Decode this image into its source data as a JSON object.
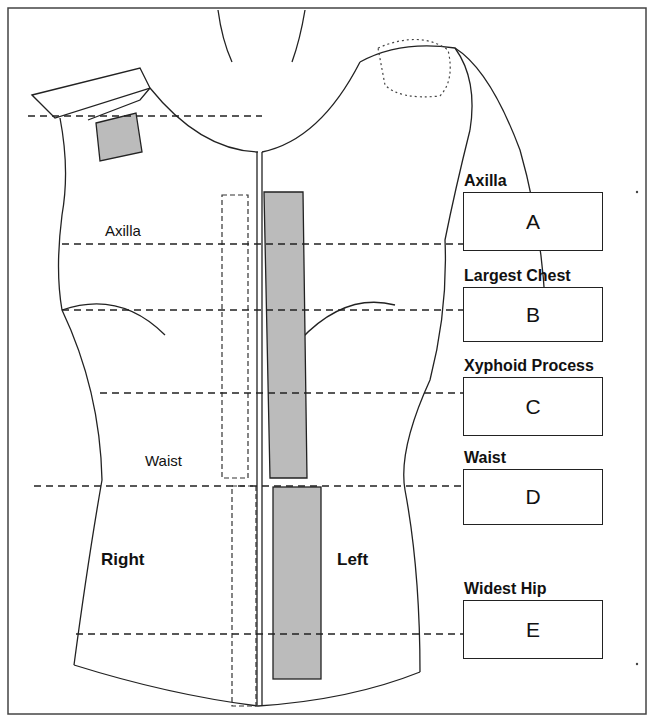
{
  "diagram": {
    "nodes": [
      {
        "text": [
          "Axilla",
          "A"
        ]
      },
      {
        "text": [
          "Largest Chest",
          "B"
        ]
      },
      {
        "text": [
          "Xyphoid Process",
          "C"
        ]
      },
      {
        "text": [
          "Waist",
          "D"
        ]
      },
      {
        "text": [
          "Widest Hip",
          "E"
        ]
      }
    ],
    "labels": [
      "Axilla",
      "Waist",
      "Right",
      "Left"
    ]
  }
}
